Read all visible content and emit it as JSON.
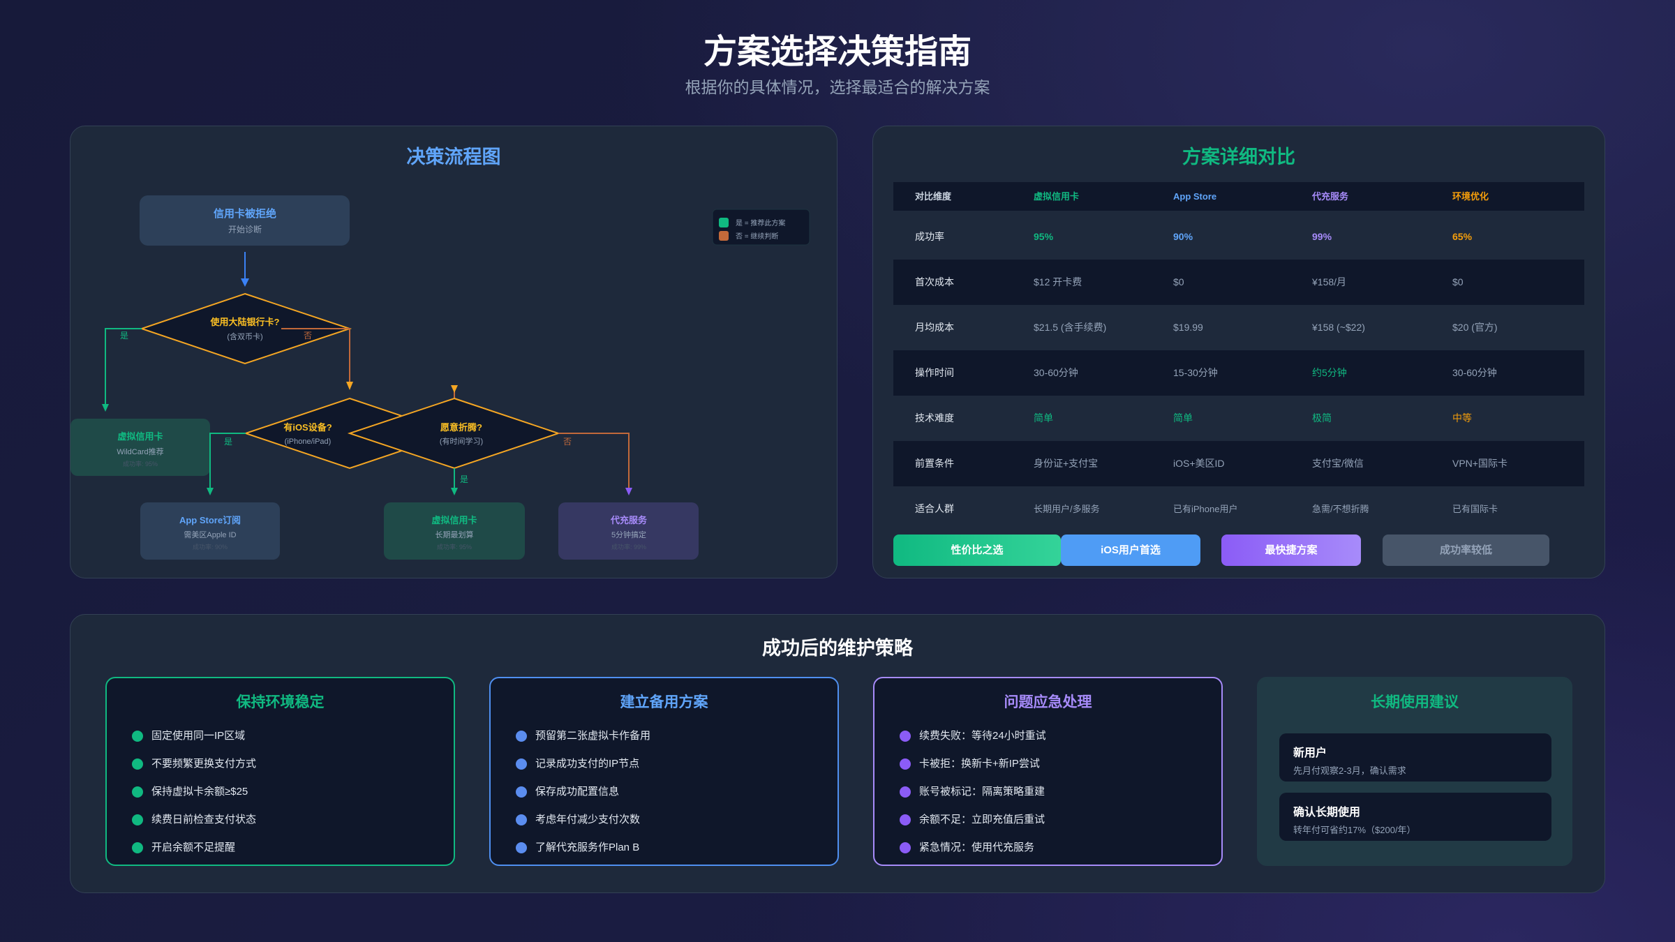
{
  "header": {
    "title": "方案选择决策指南",
    "subtitle": "根据你的具体情况，选择最适合的解决方案"
  },
  "flow": {
    "title": "决策流程图",
    "start": {
      "title": "信用卡被拒绝",
      "sub": "开始诊断"
    },
    "d1": {
      "q": "使用大陆银行卡?",
      "sub": "(含双币卡)"
    },
    "d2": {
      "q": "有iOS设备?",
      "sub": "(iPhone/iPad)"
    },
    "d3": {
      "q": "愿意折腾?",
      "sub": "(有时间学习)"
    },
    "yes": "是",
    "no": "否",
    "legend": {
      "yes": "是 = 推荐此方案",
      "no": "否 = 继续判断"
    },
    "r_vcard": {
      "title": "虚拟信用卡",
      "sub": "WildCard推荐",
      "rate": "成功率: 95%"
    },
    "r_appstore": {
      "title": "App Store订阅",
      "sub": "需美区Apple ID",
      "rate": "成功率: 90%"
    },
    "r_vcard2": {
      "title": "虚拟信用卡",
      "sub": "长期最划算",
      "rate": "成功率: 95%"
    },
    "r_proxy": {
      "title": "代充服务",
      "sub": "5分钟搞定",
      "rate": "成功率: 99%"
    }
  },
  "compare": {
    "title": "方案详细对比",
    "headers": [
      "对比维度",
      "虚拟信用卡",
      "App Store",
      "代充服务",
      "环境优化"
    ],
    "rows": [
      [
        "成功率",
        "95%",
        "90%",
        "99%",
        "65%"
      ],
      [
        "首次成本",
        "$12 开卡费",
        "$0",
        "¥158/月",
        "$0"
      ],
      [
        "月均成本",
        "$21.5 (含手续费)",
        "$19.99",
        "¥158 (~$22)",
        "$20 (官方)"
      ],
      [
        "操作时间",
        "30-60分钟",
        "15-30分钟",
        "约5分钟",
        "30-60分钟"
      ],
      [
        "技术难度",
        "简单",
        "简单",
        "极简",
        "中等"
      ],
      [
        "前置条件",
        "身份证+支付宝",
        "iOS+美区ID",
        "支付宝/微信",
        "VPN+国际卡"
      ],
      [
        "适合人群",
        "长期用户/多服务",
        "已有iPhone用户",
        "急需/不想折腾",
        "已有国际卡"
      ]
    ],
    "badges": [
      "性价比之选",
      "iOS用户首选",
      "最快捷方案",
      "成功率较低"
    ]
  },
  "maintain": {
    "title": "成功后的维护策略",
    "cards": [
      {
        "title": "保持环境稳定",
        "items": [
          "固定使用同一IP区域",
          "不要频繁更换支付方式",
          "保持虚拟卡余额≥$25",
          "续费日前检查支付状态",
          "开启余额不足提醒"
        ]
      },
      {
        "title": "建立备用方案",
        "items": [
          "预留第二张虚拟卡作备用",
          "记录成功支付的IP节点",
          "保存成功配置信息",
          "考虑年付减少支付次数",
          "了解代充服务作Plan B"
        ]
      },
      {
        "title": "问题应急处理",
        "items": [
          "续费失败：等待24小时重试",
          "卡被拒：换新卡+新IP尝试",
          "账号被标记：隔离策略重建",
          "余额不足：立即充值后重试",
          "紧急情况：使用代充服务"
        ]
      }
    ],
    "tips": {
      "title": "长期使用建议",
      "items": [
        {
          "title": "新用户",
          "desc": "先月付观察2-3月，确认需求"
        },
        {
          "title": "确认长期使用",
          "desc": "转年付可省约17%（$200/年）"
        }
      ]
    }
  },
  "colors": {
    "green": "#10b981",
    "blue": "#60a5fa",
    "purple": "#a78bfa",
    "orange": "#f59e0b",
    "bronze": "#c2693a"
  }
}
